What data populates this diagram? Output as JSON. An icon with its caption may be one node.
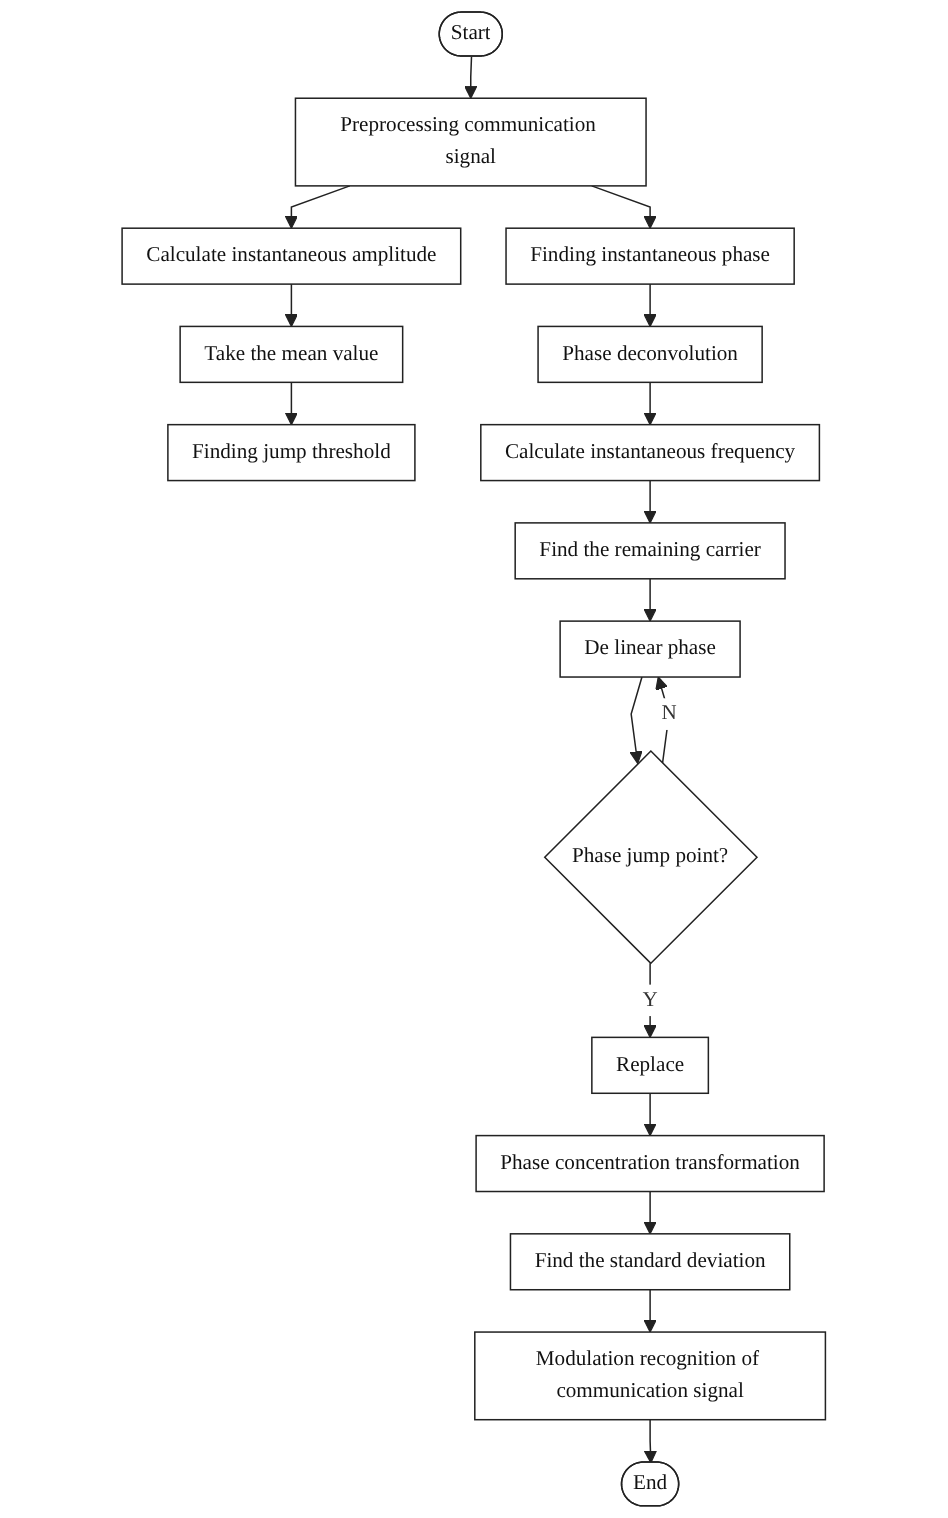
{
  "diagram": {
    "nodes": [
      {
        "text": [
          "Start"
        ]
      },
      {
        "text": [
          "Preprocessing communication signal"
        ]
      },
      {
        "text": [
          "Calculate instantaneous amplitude"
        ]
      },
      {
        "text": [
          "Take the mean value"
        ]
      },
      {
        "text": [
          "Finding jump threshold"
        ]
      },
      {
        "text": [
          "Finding instantaneous phase"
        ]
      },
      {
        "text": [
          "Phase deconvolution"
        ]
      },
      {
        "text": [
          "Calculate instantaneous frequency"
        ]
      },
      {
        "text": [
          "Find the remaining carrier"
        ]
      },
      {
        "text": [
          "De linear phase"
        ]
      },
      {
        "text": [
          "Phase jump point?"
        ]
      },
      {
        "text": [
          "Replace"
        ]
      },
      {
        "text": [
          "Phase concentration transformation"
        ]
      },
      {
        "text": [
          "Find the standard deviation"
        ]
      },
      {
        "text": [
          "Modulation recognition of communication signal"
        ]
      },
      {
        "text": [
          "End"
        ]
      }
    ],
    "edges": [
      {
        "from": 0,
        "to": 1,
        "arrow": "to"
      },
      {
        "from": 1,
        "to": 2,
        "arrow": "to"
      },
      {
        "from": 1,
        "to": 5,
        "arrow": "to"
      },
      {
        "from": 2,
        "to": 3,
        "arrow": "to"
      },
      {
        "from": 3,
        "to": 4,
        "arrow": "to"
      },
      {
        "from": 5,
        "to": 6,
        "arrow": "to"
      },
      {
        "from": 6,
        "to": 7,
        "arrow": "to"
      },
      {
        "from": 7,
        "to": 8,
        "arrow": "to"
      },
      {
        "from": 8,
        "to": 9,
        "arrow": "to"
      },
      {
        "from": 9,
        "to": 10,
        "arrow": "to"
      },
      {
        "from": 10,
        "to": 11,
        "label": "Y",
        "arrow": "to"
      },
      {
        "from": 10,
        "to": 9,
        "label": "N",
        "arrow": "to"
      },
      {
        "from": 11,
        "to": 12,
        "arrow": "to"
      },
      {
        "from": 12,
        "to": 13,
        "arrow": "to"
      },
      {
        "from": 13,
        "to": 14,
        "arrow": "to"
      },
      {
        "from": 14,
        "to": 15,
        "arrow": "to"
      }
    ]
  }
}
